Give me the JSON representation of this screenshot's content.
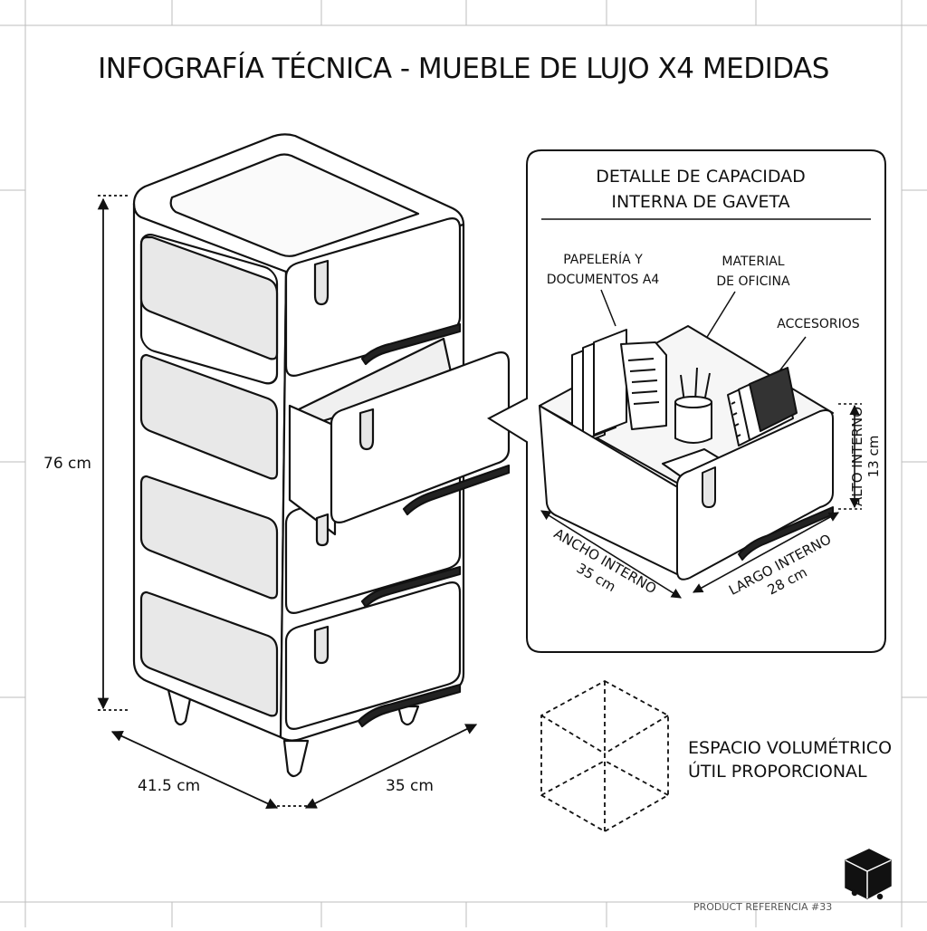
{
  "title": "INFOGRAFÍA TÉCNICA - MUEBLE DE LUJO X4 MEDIDAS",
  "cabinet": {
    "height_label": "76 cm",
    "width_label": "41.5 cm",
    "depth_label": "35 cm"
  },
  "detail": {
    "heading_line1": "DETALLE DE CAPACIDAD",
    "heading_line2": "INTERNA DE GAVETA",
    "item1_line1": "PAPELERÍA Y",
    "item1_line2": "DOCUMENTOS A4",
    "item2_line1": "MATERIAL",
    "item2_line2": "DE OFICINA",
    "item3": "ACCESORIOS",
    "width_line1": "ANCHO INTERNO",
    "width_line2": "35 cm",
    "length_line1": "LARGO INTERNO",
    "length_line2": "28 cm",
    "height_line1": "ALTO INTERNO",
    "height_line2": "13 cm"
  },
  "volume": {
    "line1": "ESPACIO VOLUMÉTRICO",
    "line2": "ÚTIL PROPORCIONAL"
  },
  "footer": "PRODUCT REFERENCIA #33",
  "colors": {
    "ink": "#111111",
    "grid": "#bdbdbd"
  }
}
